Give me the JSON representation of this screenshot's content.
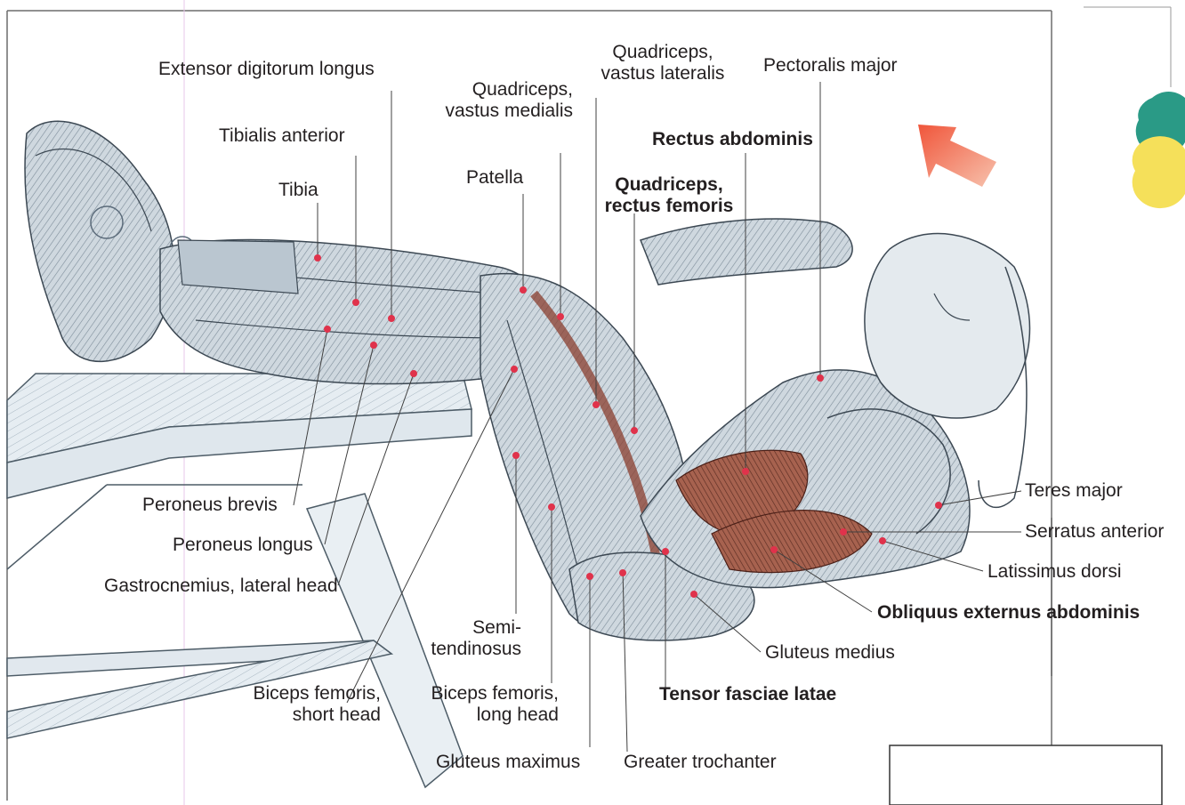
{
  "labels": {
    "extensor_digitorum_longus": [
      "Extensor digitorum longus"
    ],
    "tibialis_anterior": [
      "Tibialis anterior"
    ],
    "tibia": [
      "Tibia"
    ],
    "quadriceps_vastus_medialis": [
      "Quadriceps,",
      "vastus medialis"
    ],
    "patella": [
      "Patella"
    ],
    "quadriceps_vastus_lateralis": [
      "Quadriceps,",
      "vastus lateralis"
    ],
    "pectoralis_major": [
      "Pectoralis major"
    ],
    "rectus_abdominis": [
      "Rectus abdominis"
    ],
    "quadriceps_rectus_femoris": [
      "Quadriceps,",
      "rectus femoris"
    ],
    "teres_major": [
      "Teres major"
    ],
    "serratus_anterior": [
      "Serratus anterior"
    ],
    "latissimus_dorsi": [
      "Latissimus dorsi"
    ],
    "obliquus_externus_abdominis": [
      "Obliquus externus abdominis"
    ],
    "gluteus_medius": [
      "Gluteus medius"
    ],
    "tensor_fasciae_latae": [
      "Tensor fasciae latae"
    ],
    "peroneus_brevis": [
      "Peroneus brevis"
    ],
    "peroneus_longus": [
      "Peroneus longus"
    ],
    "gastrocnemius_lateral_head": [
      "Gastrocnemius, lateral head"
    ],
    "semitendinosus": [
      "Semi-",
      "tendinosus"
    ],
    "biceps_femoris_short_head": [
      "Biceps femoris,",
      "short head"
    ],
    "biceps_femoris_long_head": [
      "Biceps femoris,",
      "long head"
    ],
    "gluteus_maximus": [
      "Gluteus maximus"
    ],
    "greater_trochanter": [
      "Greater trochanter"
    ]
  },
  "colors": {
    "muscle_fill": "#c9d3db",
    "muscle_line": "#5b6b7a",
    "highlight_muscle": "#9c5a4a",
    "marker_dot": "#e0324b",
    "arrow": "#ee6f4f",
    "teal_circle": "#2a9a86",
    "yellow_circle": "#f5e05a",
    "label_text": "#231f20"
  }
}
